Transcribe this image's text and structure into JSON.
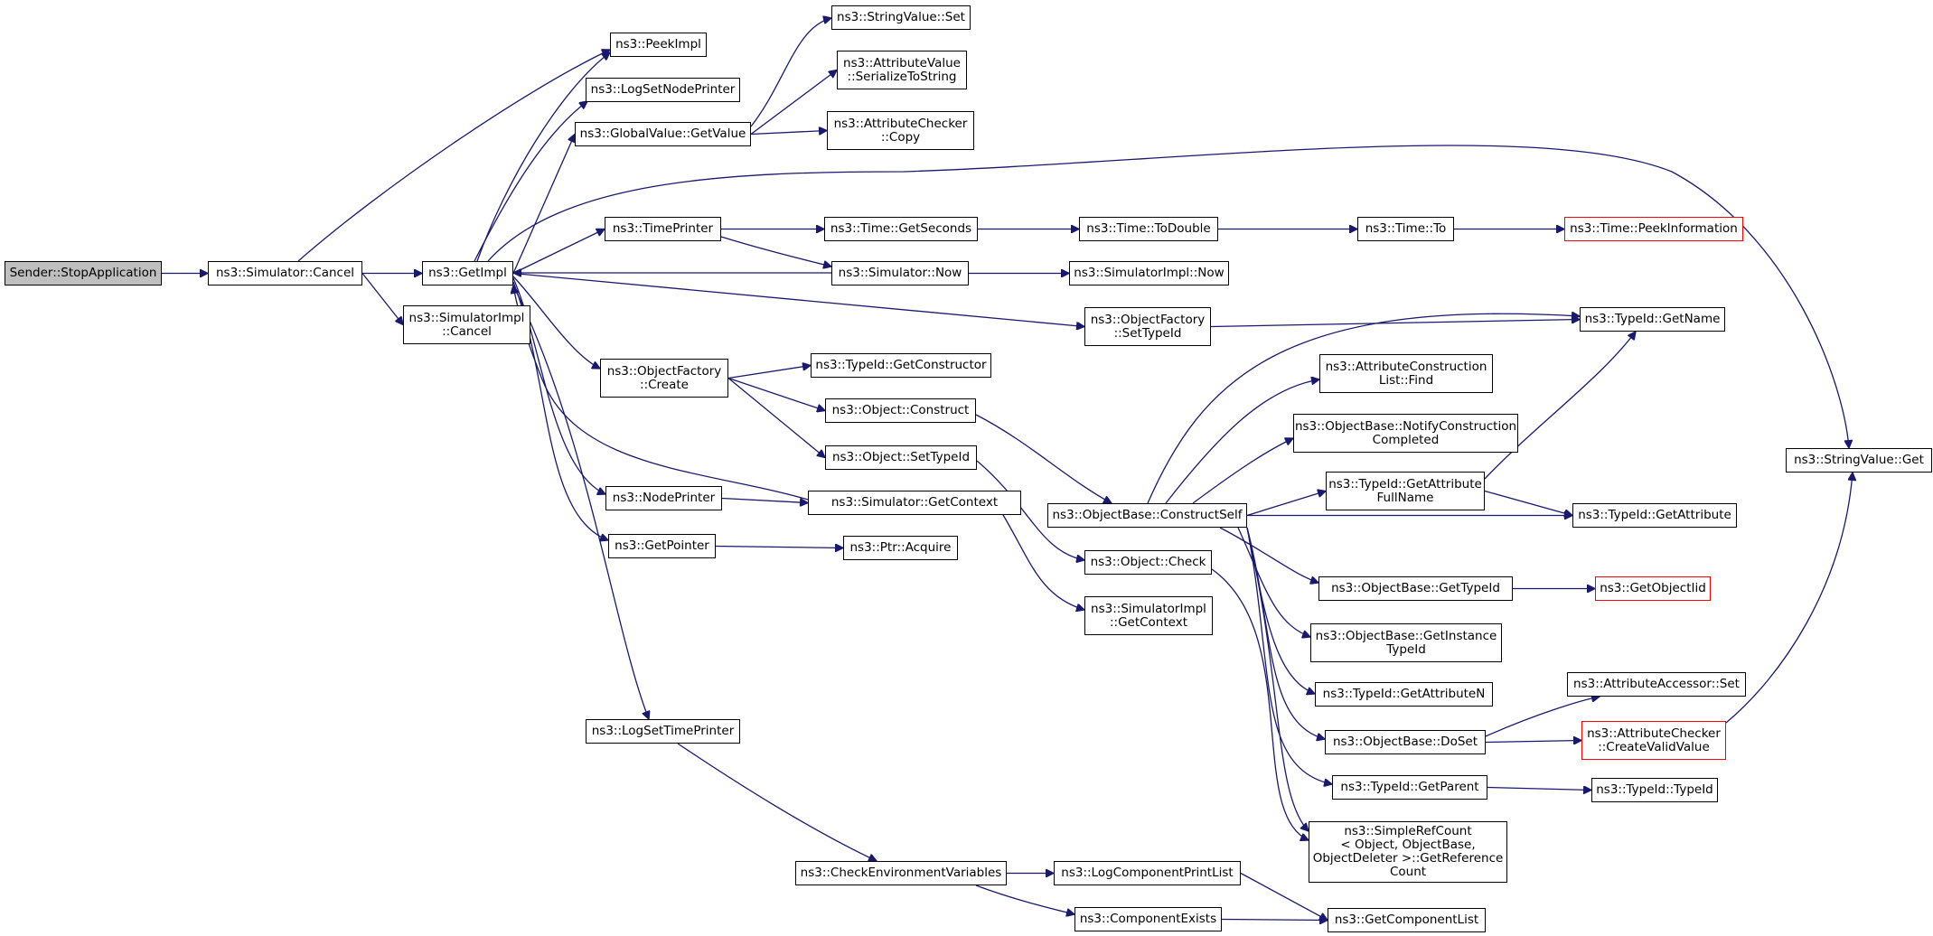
{
  "diagram": {
    "kind": "doxygen call graph",
    "colors": {
      "edge": "#191970",
      "node_border": "#000000",
      "truncated_border": "#ff0000",
      "root_fill": "#bfbfbf",
      "background": "#ffffff"
    },
    "nodes": {
      "stopApplication": "Sender::StopApplication",
      "simCancel": "ns3::Simulator::Cancel",
      "simImplCancel": "ns3::SimulatorImpl\n::Cancel",
      "getImpl": "ns3::GetImpl",
      "peekImpl": "ns3::PeekImpl",
      "logSetNodePrinter": "ns3::LogSetNodePrinter",
      "globalValueGetValue": "ns3::GlobalValue::GetValue",
      "stringValueSet": "ns3::StringValue::Set",
      "attrValueSerialize": "ns3::AttributeValue\n::SerializeToString",
      "attrCheckerCopy": "ns3::AttributeChecker\n::Copy",
      "timePrinter": "ns3::TimePrinter",
      "timeGetSeconds": "ns3::Time::GetSeconds",
      "timeToDouble": "ns3::Time::ToDouble",
      "timeTo": "ns3::Time::To",
      "timePeekInfo": "ns3::Time::PeekInformation",
      "simNow": "ns3::Simulator::Now",
      "simImplNow": "ns3::SimulatorImpl::Now",
      "objFactorySetTypeId": "ns3::ObjectFactory\n::SetTypeId",
      "typeIdGetName": "ns3::TypeId::GetName",
      "objFactoryCreate": "ns3::ObjectFactory\n::Create",
      "typeIdGetConstructor": "ns3::TypeId::GetConstructor",
      "objectConstruct": "ns3::Object::Construct",
      "objectSetTypeId": "ns3::Object::SetTypeId",
      "attrConstructionFind": "ns3::AttributeConstruction\nList::Find",
      "notifyConstruction": "ns3::ObjectBase::NotifyConstruction\nCompleted",
      "typeIdGetAttrFullName": "ns3::TypeId::GetAttribute\nFullName",
      "stringValueGet": "ns3::StringValue::Get",
      "nodePrinter": "ns3::NodePrinter",
      "simGetContext": "ns3::Simulator::GetContext",
      "constructSelf": "ns3::ObjectBase::ConstructSelf",
      "typeIdGetAttribute": "ns3::TypeId::GetAttribute",
      "getPointer": "ns3::GetPointer",
      "ptrAcquire": "ns3::Ptr::Acquire",
      "objectCheck": "ns3::Object::Check",
      "objBaseGetTypeId": "ns3::ObjectBase::GetTypeId",
      "getObjectIid": "ns3::GetObjectIid",
      "simImplGetContext": "ns3::SimulatorImpl\n::GetContext",
      "getInstanceTypeId": "ns3::ObjectBase::GetInstance\nTypeId",
      "typeIdGetAttrN": "ns3::TypeId::GetAttributeN",
      "accessorSet": "ns3::AttributeAccessor::Set",
      "logSetTimePrinter": "ns3::LogSetTimePrinter",
      "objBaseDoSet": "ns3::ObjectBase::DoSet",
      "createValidValue": "ns3::AttributeChecker\n::CreateValidValue",
      "typeIdGetParent": "ns3::TypeId::GetParent",
      "typeIdTypeId": "ns3::TypeId::TypeId",
      "simpleRefCount": "ns3::SimpleRefCount\n< Object, ObjectBase,\nObjectDeleter >::GetReference\nCount",
      "checkEnvVars": "ns3::CheckEnvironmentVariables",
      "logComponentPrintList": "ns3::LogComponentPrintList",
      "componentExists": "ns3::ComponentExists",
      "getComponentList": "ns3::GetComponentList"
    },
    "edges": [
      [
        "stopApplication",
        "simCancel"
      ],
      [
        "simCancel",
        "peekImpl"
      ],
      [
        "simCancel",
        "getImpl"
      ],
      [
        "simCancel",
        "simImplCancel"
      ],
      [
        "getImpl",
        "peekImpl"
      ],
      [
        "getImpl",
        "logSetNodePrinter"
      ],
      [
        "getImpl",
        "globalValueGetValue"
      ],
      [
        "getImpl",
        "stringValueGet"
      ],
      [
        "getImpl",
        "timePrinter"
      ],
      [
        "getImpl",
        "objFactorySetTypeId"
      ],
      [
        "getImpl",
        "objFactoryCreate"
      ],
      [
        "getImpl",
        "nodePrinter"
      ],
      [
        "getImpl",
        "getPointer"
      ],
      [
        "getImpl",
        "logSetTimePrinter"
      ],
      [
        "simNow",
        "getImpl"
      ],
      [
        "simGetContext",
        "getImpl"
      ],
      [
        "globalValueGetValue",
        "stringValueSet"
      ],
      [
        "globalValueGetValue",
        "attrValueSerialize"
      ],
      [
        "globalValueGetValue",
        "attrCheckerCopy"
      ],
      [
        "timePrinter",
        "timeGetSeconds"
      ],
      [
        "timePrinter",
        "simNow"
      ],
      [
        "timeGetSeconds",
        "timeToDouble"
      ],
      [
        "timeToDouble",
        "timeTo"
      ],
      [
        "timeTo",
        "timePeekInfo"
      ],
      [
        "simNow",
        "simImplNow"
      ],
      [
        "objFactorySetTypeId",
        "typeIdGetName"
      ],
      [
        "objFactoryCreate",
        "typeIdGetConstructor"
      ],
      [
        "objFactoryCreate",
        "objectConstruct"
      ],
      [
        "objFactoryCreate",
        "objectSetTypeId"
      ],
      [
        "objectConstruct",
        "constructSelf"
      ],
      [
        "objectSetTypeId",
        "objectCheck"
      ],
      [
        "nodePrinter",
        "simGetContext"
      ],
      [
        "simGetContext",
        "simImplGetContext"
      ],
      [
        "getPointer",
        "ptrAcquire"
      ],
      [
        "constructSelf",
        "typeIdGetName"
      ],
      [
        "constructSelf",
        "attrConstructionFind"
      ],
      [
        "constructSelf",
        "notifyConstruction"
      ],
      [
        "constructSelf",
        "typeIdGetAttrFullName"
      ],
      [
        "constructSelf",
        "typeIdGetAttribute"
      ],
      [
        "constructSelf",
        "objBaseGetTypeId"
      ],
      [
        "constructSelf",
        "getInstanceTypeId"
      ],
      [
        "constructSelf",
        "typeIdGetAttrN"
      ],
      [
        "constructSelf",
        "objBaseDoSet"
      ],
      [
        "constructSelf",
        "typeIdGetParent"
      ],
      [
        "constructSelf",
        "simpleRefCount"
      ],
      [
        "typeIdGetAttrFullName",
        "typeIdGetName"
      ],
      [
        "typeIdGetAttrFullName",
        "typeIdGetAttribute"
      ],
      [
        "objBaseGetTypeId",
        "getObjectIid"
      ],
      [
        "objBaseDoSet",
        "accessorSet"
      ],
      [
        "objBaseDoSet",
        "createValidValue"
      ],
      [
        "createValidValue",
        "stringValueGet"
      ],
      [
        "typeIdGetParent",
        "typeIdTypeId"
      ],
      [
        "objectCheck",
        "simpleRefCount"
      ],
      [
        "logSetTimePrinter",
        "checkEnvVars"
      ],
      [
        "checkEnvVars",
        "logComponentPrintList"
      ],
      [
        "checkEnvVars",
        "componentExists"
      ],
      [
        "logComponentPrintList",
        "getComponentList"
      ],
      [
        "componentExists",
        "getComponentList"
      ]
    ]
  }
}
